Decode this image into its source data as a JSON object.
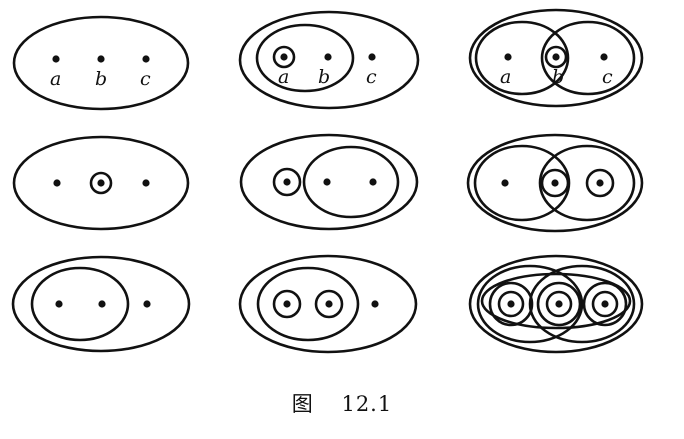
{
  "figure": {
    "labels": {
      "a": "a",
      "b": "b",
      "c": "c"
    },
    "caption_prefix": "图",
    "caption_number": "12.1"
  }
}
